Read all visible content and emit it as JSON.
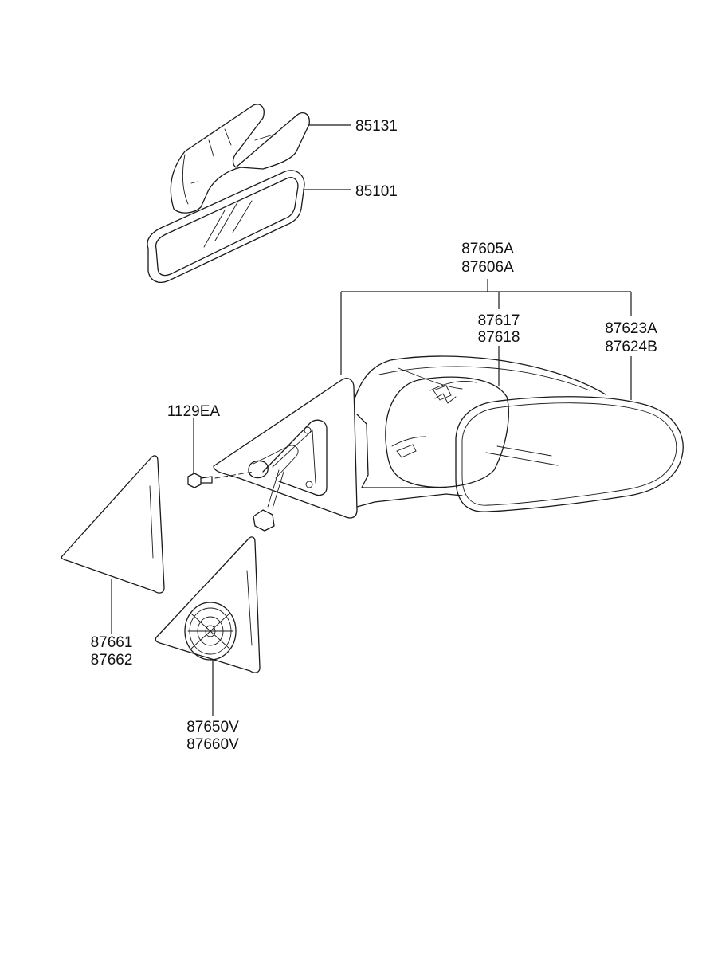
{
  "callouts": {
    "inside_mirror_cover": "85131",
    "inside_mirror": "85101",
    "outside_mirror_assy_line1": "87605A",
    "outside_mirror_assy_line2": "87606A",
    "mirror_housing_line1": "87617",
    "mirror_housing_line2": "87618",
    "mirror_glass_line1": "87623A",
    "mirror_glass_line2": "87624B",
    "screw": "1129EA",
    "garnish_line1": "87661",
    "garnish_line2": "87662",
    "speaker_garnish_line1": "87650V",
    "speaker_garnish_line2": "87660V"
  }
}
